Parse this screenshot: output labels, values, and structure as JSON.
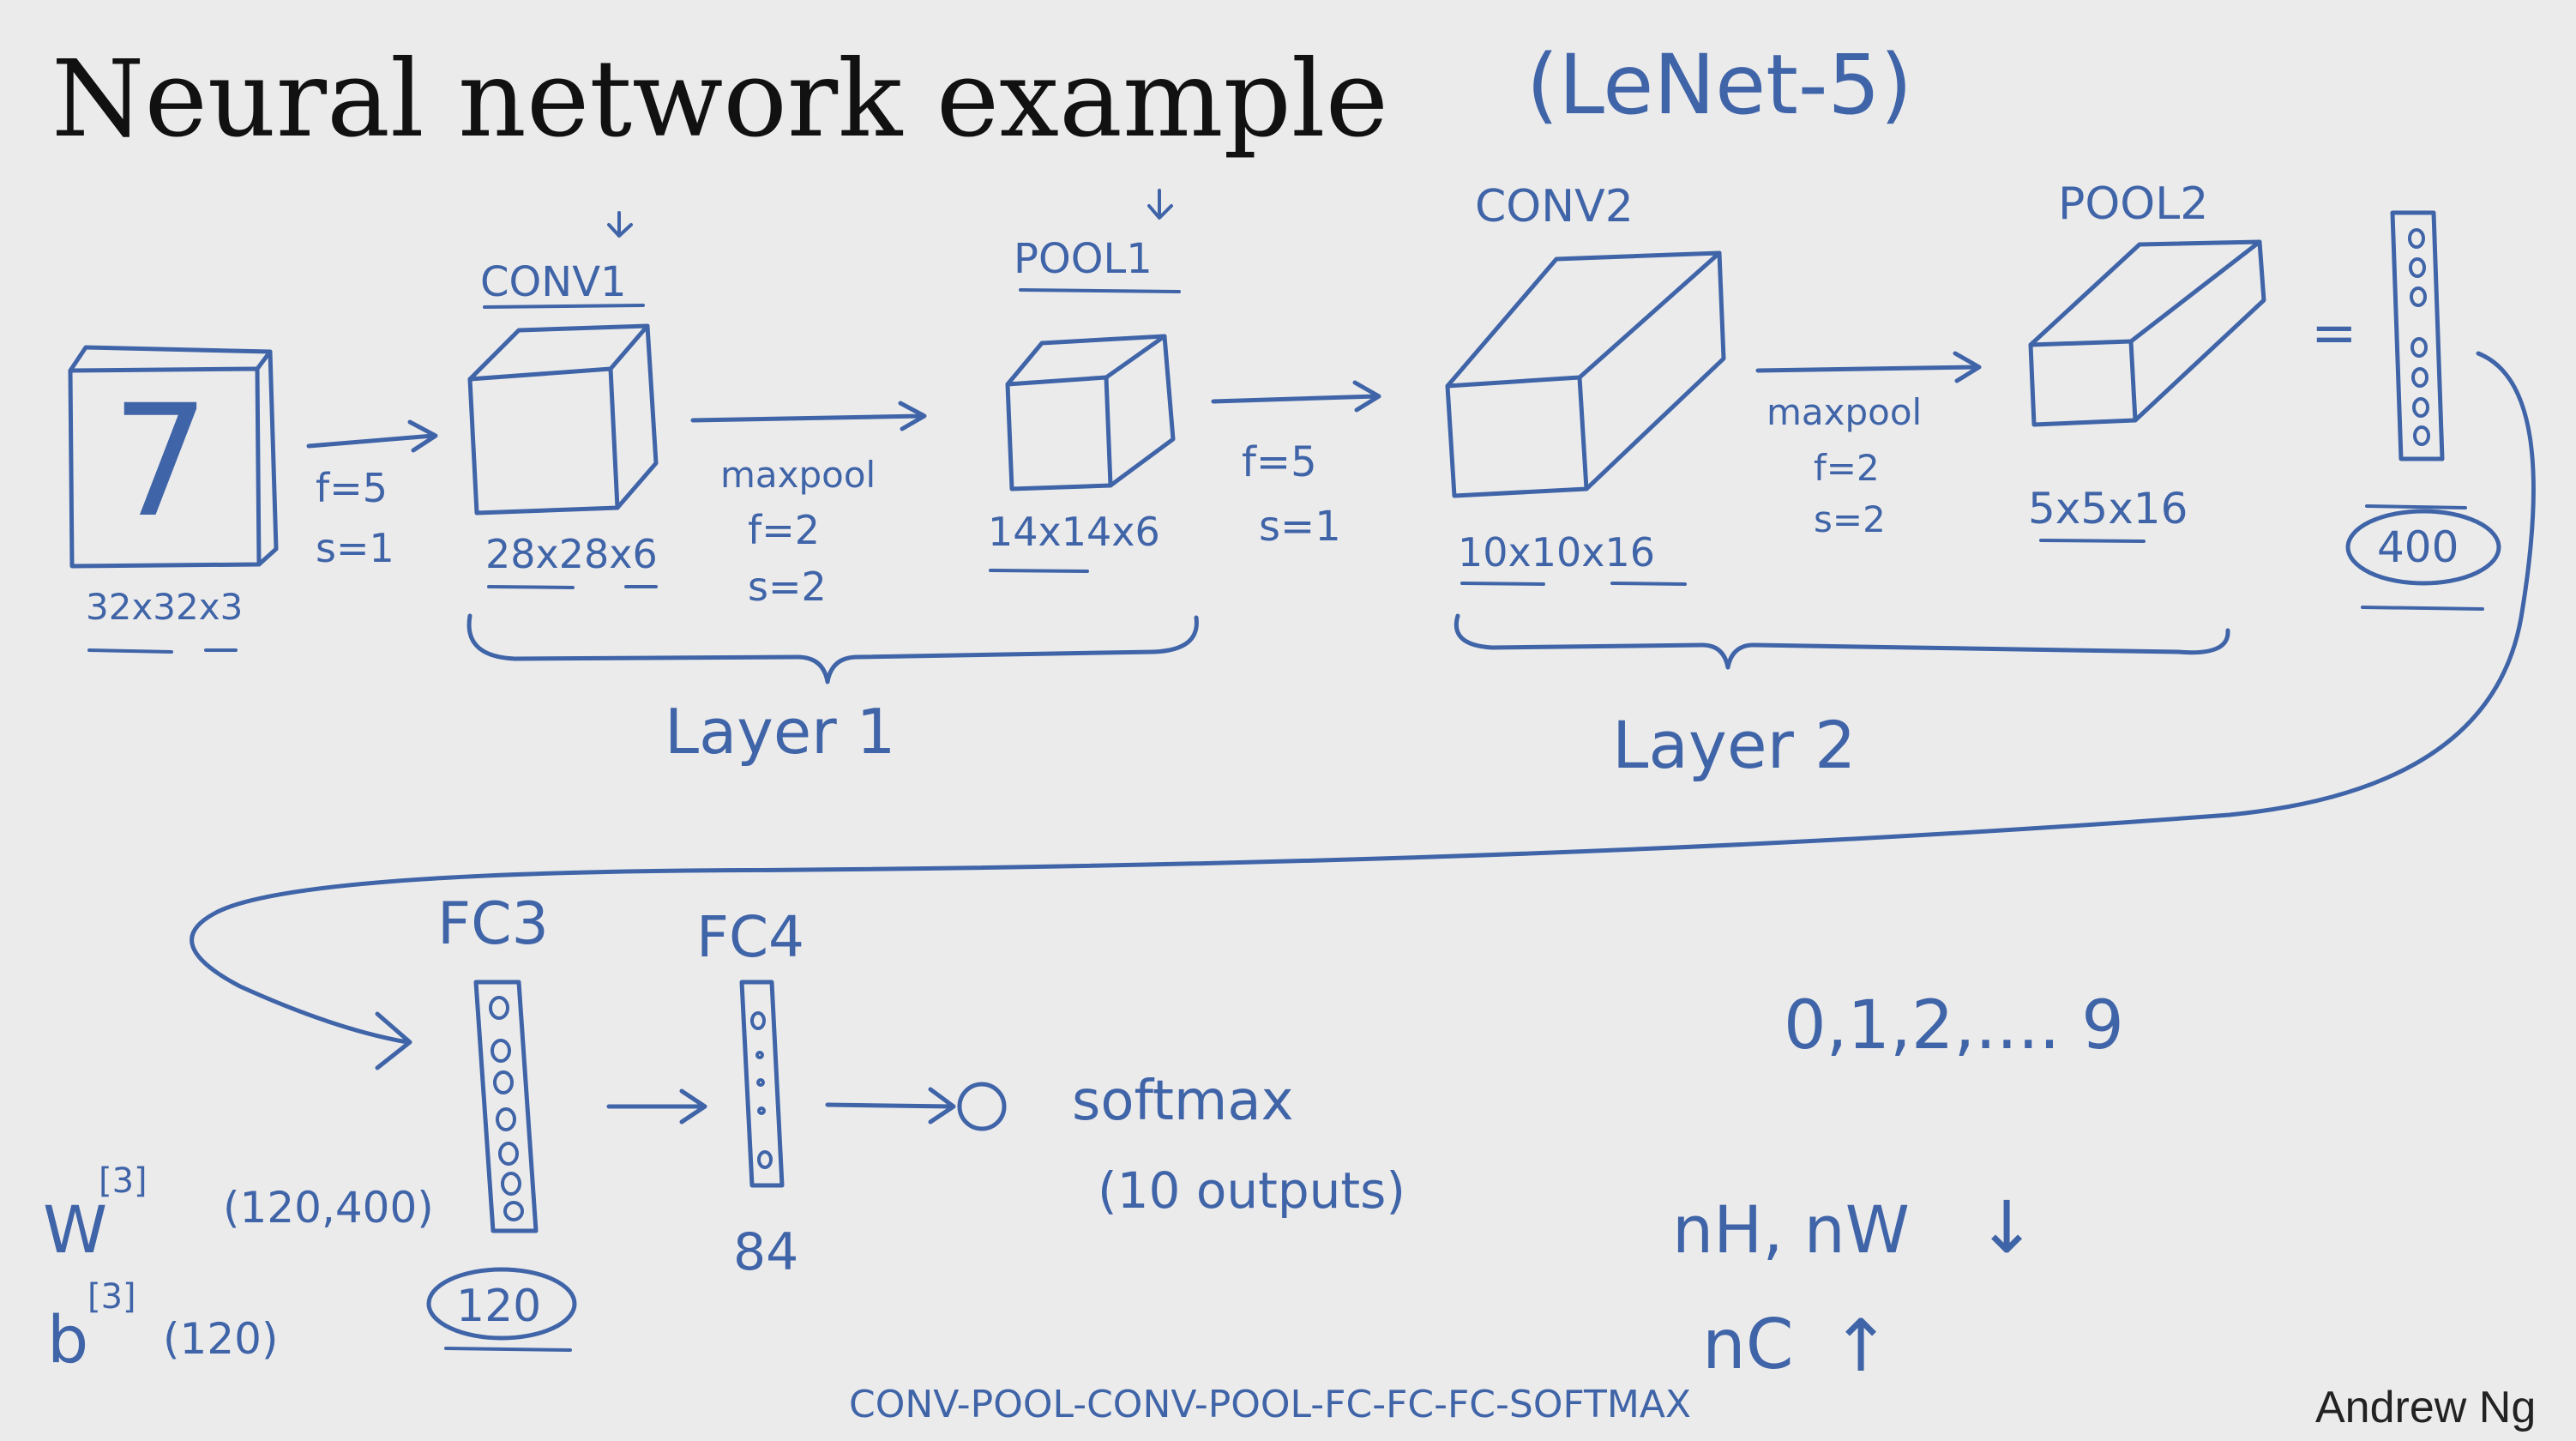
{
  "title": "Neural network example",
  "subtitle": "(LeNet-5)",
  "credit": "Andrew Ng",
  "digit": "7",
  "input": {
    "size": "32x32x3"
  },
  "layer1": {
    "conv_label": "CONV1",
    "conv_params": [
      "f=5",
      "s=1"
    ],
    "conv_size": "28x28x6",
    "pool_params": [
      "maxpool",
      "f=2",
      "s=2"
    ],
    "pool_label": "POOL1",
    "pool_size": "14x14x6",
    "brace_label": "Layer 1"
  },
  "layer2": {
    "conv_params": [
      "f=5",
      "s=1"
    ],
    "conv_label": "CONV2",
    "conv_size": "10x10x16",
    "pool_params": [
      "maxpool",
      "f=2",
      "s=2"
    ],
    "pool_label": "POOL2",
    "pool_size": "5x5x16",
    "brace_label": "Layer 2"
  },
  "flatten": {
    "equals": "=",
    "size": "400"
  },
  "fc3": {
    "label": "FC3",
    "size": "120",
    "weight": "W",
    "weight_sup": "[3]",
    "weight_shape": "(120,400)",
    "bias": "b",
    "bias_sup": "[3]",
    "bias_shape": "(120)"
  },
  "fc4": {
    "label": "FC4",
    "size": "84"
  },
  "output": {
    "label": "softmax",
    "sub": "(10 outputs)"
  },
  "classes": "0,1,2,.... 9",
  "trends": {
    "nh_nw": "nH, nW",
    "nh_arrow": "↓",
    "nc": "nC",
    "nc_arrow": "↑"
  },
  "summary": "CONV-POOL-CONV-POOL-FC-FC-FC-SOFTMAX"
}
